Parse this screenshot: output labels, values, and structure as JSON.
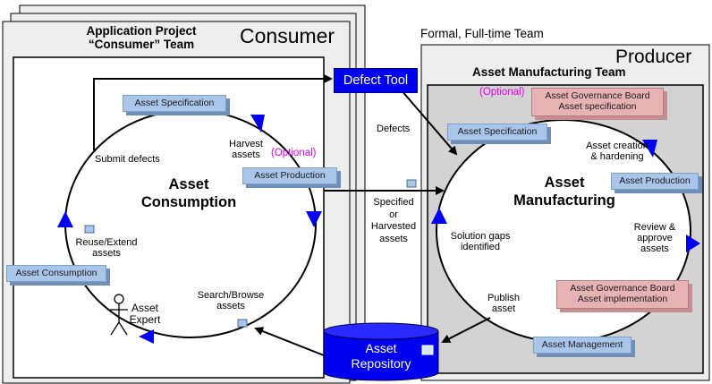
{
  "consumer": {
    "title": "Consumer",
    "team_label_line1": "Application Project",
    "team_label_line2": "“Consumer” Team",
    "cycle_title_line1": "Asset",
    "cycle_title_line2": "Consumption",
    "steps": {
      "submit_defects": "Submit defects",
      "harvest_line1": "Harvest",
      "harvest_line2": "assets",
      "optional": "(Optional)",
      "reuse_line1": "Reuse/Extend",
      "reuse_line2": "assets",
      "search_line1": "Search/Browse",
      "search_line2": "assets",
      "expert_line1": "Asset",
      "expert_line2": "Expert"
    },
    "tags": {
      "asset_specification": "Asset Specification",
      "asset_production": "Asset Production",
      "asset_consumption": "Asset Consumption"
    }
  },
  "producer": {
    "header": "Formal, Full-time Team",
    "title": "Producer",
    "team_label": "Asset Manufacturing Team",
    "cycle_title_line1": "Asset",
    "cycle_title_line2": "Manufacturing",
    "optional": "(Optional)",
    "steps": {
      "creation_line1": "Asset creation",
      "creation_line2": "& hardening",
      "review_line1": "Review &",
      "review_line2": "approve",
      "review_line3": "assets",
      "publish_line1": "Publish",
      "publish_line2": "asset",
      "gaps_line1": "Solution gaps",
      "gaps_line2": "identified"
    },
    "tags": {
      "gov_spec_line1": "Asset Governance Board",
      "gov_spec_line2": "Asset specification",
      "asset_specification": "Asset Specification",
      "asset_production": "Asset Production",
      "gov_impl_line1": "Asset Governance Board",
      "gov_impl_line2": "Asset implementation",
      "asset_management": "Asset Management"
    }
  },
  "middle": {
    "defect_tool": "Defect Tool",
    "defects": "Defects",
    "specified_line1": "Specified",
    "specified_line2": "or",
    "specified_line3": "Harvested",
    "specified_line4": "assets",
    "repository_line1": "Asset",
    "repository_line2": "Repository"
  },
  "colors": {
    "blue_box": "#0000ee",
    "tag_blue": "#a9c6e8",
    "tag_red": "#e7b2b4",
    "optional": "#e100e1",
    "producer_inner": "#d3d3d3",
    "panel": "#eeeeee",
    "cycle_arrow": "#0000ee"
  }
}
